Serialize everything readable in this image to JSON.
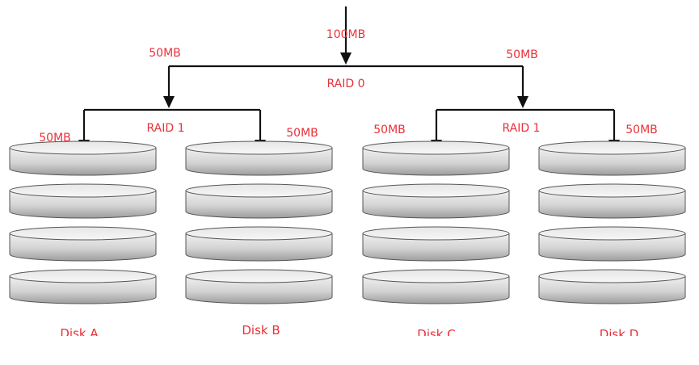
{
  "top_size": "100MB",
  "raid0": {
    "label": "RAID 0",
    "left_size": "50MB",
    "right_size": "50MB"
  },
  "mirrors": [
    {
      "label": "RAID 1",
      "left_size": "50MB",
      "right_size": "50MB",
      "disks": [
        "Disk A",
        "Disk B"
      ]
    },
    {
      "label": "RAID  1",
      "left_size": "50MB",
      "right_size": "50MB",
      "disks": [
        "Disk C",
        "Disk D"
      ]
    }
  ],
  "platters_per_disk": 4,
  "colors": {
    "text": "#e8313a",
    "line": "#111111",
    "disk_edge": "#555555"
  }
}
